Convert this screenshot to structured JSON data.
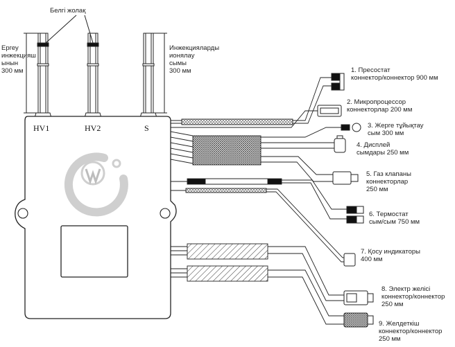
{
  "top_label": "Белгі жолақ",
  "left_cable_label": [
    "Ергеу",
    "инжекцияш",
    "ынын",
    "300 мм"
  ],
  "right_cable_label": [
    "Инжекцияларды",
    "ионялау",
    "сымы",
    "300 мм"
  ],
  "ports": [
    "HV1",
    "HV2",
    "S"
  ],
  "connectors": [
    {
      "lines": [
        "1. Пресостат",
        "коннектор/коннектор 900 мм"
      ]
    },
    {
      "lines": [
        "2. Микропроцессор",
        "коннекторлар 200 мм"
      ]
    },
    {
      "lines": [
        "3. Жерге тұйықтау",
        "сым 300 мм"
      ]
    },
    {
      "lines": [
        "4. Дисплей",
        "сымдары 250 мм"
      ]
    },
    {
      "lines": [
        "5. Газ клапаны",
        "коннекторлар",
        "250 мм"
      ]
    },
    {
      "lines": [
        "6. Термостат",
        "сым/сым 750 мм"
      ]
    },
    {
      "lines": [
        "7. Қосу индикаторы",
        "400 мм"
      ]
    },
    {
      "lines": [
        "8. Электр желісі",
        "коннектор/коннектор",
        "250 мм"
      ]
    },
    {
      "lines": [
        "9. Желдеткіш",
        "коннектор/коннектор",
        "250 мм"
      ]
    }
  ],
  "colors": {
    "line": "#222222",
    "fill": "#ffffff",
    "dark": "#111111",
    "logo": "#cfcfcf"
  }
}
